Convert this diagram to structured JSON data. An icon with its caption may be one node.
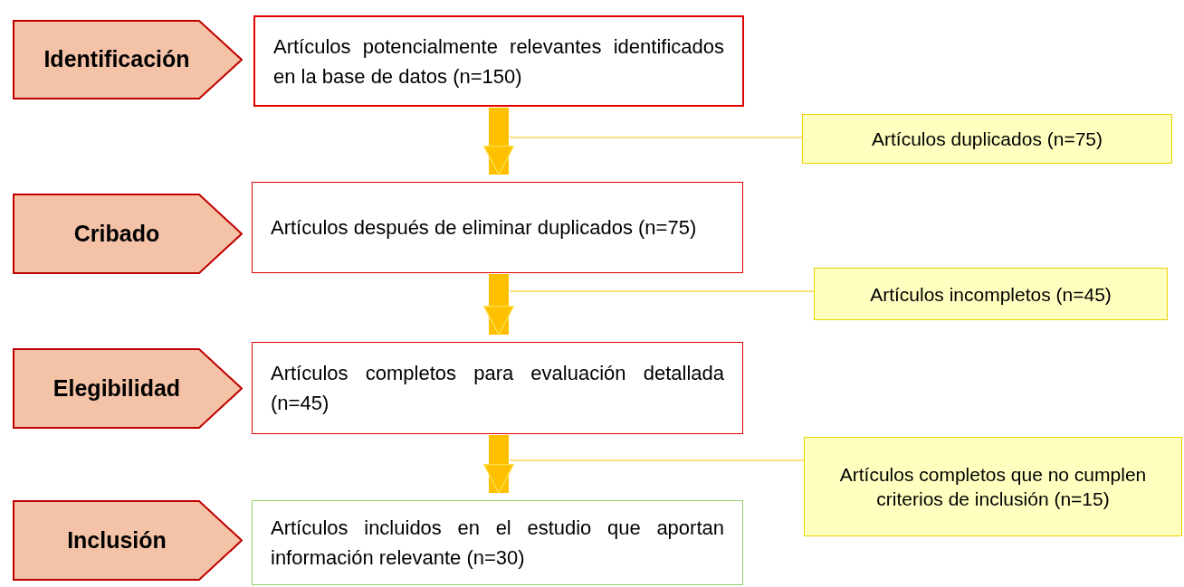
{
  "diagram": {
    "nodes": [
      {
        "text": [
          "Identificación"
        ]
      },
      {
        "text": [
          "Artículos potencialmente relevantes identificados en la base de datos (n=150)"
        ]
      },
      {
        "text": [
          "Artículos duplicados (n=75)"
        ]
      },
      {
        "text": [
          "Cribado"
        ]
      },
      {
        "text": [
          "Artículos después de eliminar duplicados (n=75)"
        ]
      },
      {
        "text": [
          "Artículos incompletos (n=45)"
        ]
      },
      {
        "text": [
          "Elegibilidad"
        ]
      },
      {
        "text": [
          "Artículos completos para evaluación detallada (n=45)"
        ]
      },
      {
        "text": [
          "Artículos completos que no cumplen criterios de inclusión (n=15)"
        ]
      },
      {
        "text": [
          "Inclusión"
        ]
      },
      {
        "text": [
          "Artículos incluidos en el estudio que aportan información relevante (n=30)"
        ]
      }
    ],
    "edges": [
      {
        "from": 1,
        "to": 4,
        "arrow": "to",
        "style": "thick"
      },
      {
        "from": null,
        "to": 2,
        "arrow": "none",
        "color": "#f5c400"
      },
      {
        "from": 4,
        "to": 7,
        "arrow": "to",
        "style": "thick"
      },
      {
        "from": null,
        "to": 5,
        "arrow": "none",
        "color": "#f5c400"
      },
      {
        "from": 7,
        "to": 10,
        "arrow": "to",
        "style": "thick"
      },
      {
        "from": null,
        "to": 8,
        "arrow": "none",
        "color": "#f5c400"
      }
    ]
  }
}
